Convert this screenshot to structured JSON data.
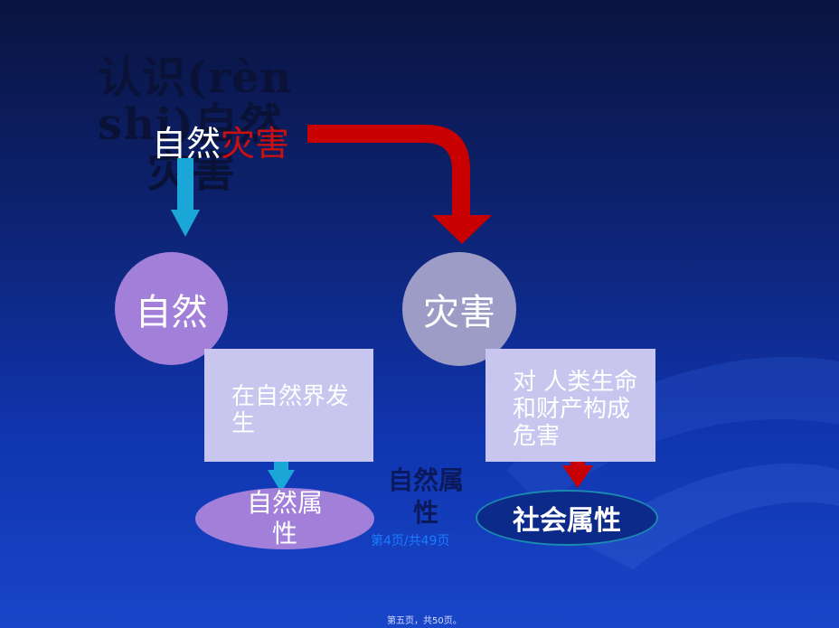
{
  "title_shadow": {
    "line1": "认识(rèn",
    "line2": "shi)自然",
    "line3": "灾害"
  },
  "headline": {
    "part1": "自然",
    "part2": "灾害"
  },
  "left": {
    "circle": "自然",
    "box_text": "在自然界发生",
    "oval": "自然属性"
  },
  "right": {
    "circle": "灾害",
    "box_text": "对 人类生命和财产构成危害",
    "oval": "社会属性"
  },
  "shadow_label": "自然属性",
  "page_label": "第4页/共49页",
  "footer": "第五页，共50页。",
  "colors": {
    "arrow_blue": "#1aa6d6",
    "arrow_red": "#c80000",
    "circle_left": "#a27fd8",
    "circle_right": "#9d9cc6"
  }
}
